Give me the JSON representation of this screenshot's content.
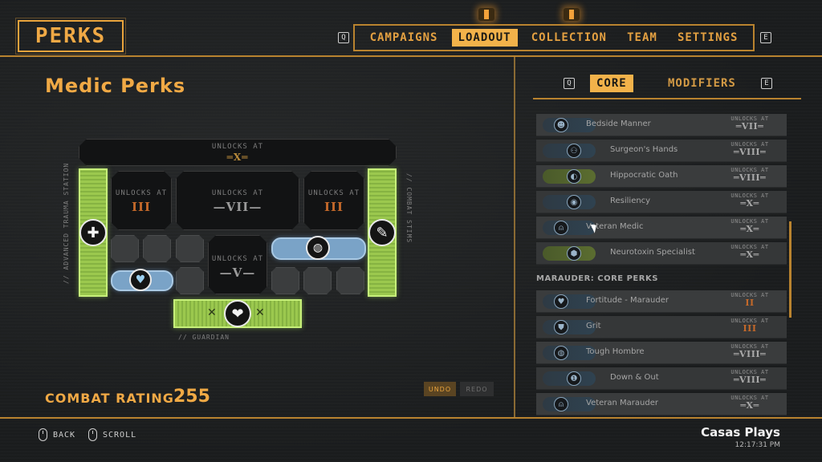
{
  "header": {
    "title": "PERKS",
    "prev_key": "Q",
    "next_key": "E",
    "tabs": [
      {
        "label": "CAMPAIGNS",
        "active": false
      },
      {
        "label": "LOADOUT",
        "active": true
      },
      {
        "label": "COLLECTION",
        "active": false
      },
      {
        "label": "TEAM",
        "active": false
      },
      {
        "label": "SETTINGS",
        "active": false
      }
    ]
  },
  "left": {
    "title": "Medic Perks",
    "unlocks_at": "UNLOCKS AT",
    "top_lock": "═X═",
    "lock_a": "III",
    "lock_b": "—VII—",
    "lock_c": "III",
    "lock_center": "—V—",
    "side_left_label": "// ADVANCED TRAUMA STATION",
    "side_right_label": "// COMBAT STIMS",
    "bottom_label": "// GUARDIAN",
    "rating_label": "COMBAT RATING",
    "rating_value": "255",
    "undo": "UNDO",
    "redo": "REDO",
    "icons": {
      "left_bar": "plus-cross-icon",
      "right_bar": "syringe-icon",
      "blue_left": "heart-icon",
      "blue_right": "striped-orb-icon",
      "bottom": "hearts-icon"
    }
  },
  "right": {
    "prev_key": "Q",
    "next_key": "E",
    "tabs": [
      {
        "label": "CORE",
        "active": true
      },
      {
        "label": "MODIFIERS",
        "active": false
      }
    ],
    "unlocks_label": "UNLOCKS AT",
    "perks": [
      {
        "name": "Bedside Manner",
        "unlock": "═VII═",
        "indent": false,
        "color": "blue",
        "orange": false
      },
      {
        "name": "Surgeon's Hands",
        "unlock": "═VIII═",
        "indent": true,
        "color": "blue",
        "orange": false
      },
      {
        "name": "Hippocratic Oath",
        "unlock": "═VIII═",
        "indent": true,
        "color": "green",
        "orange": false
      },
      {
        "name": "Resiliency",
        "unlock": "═X═",
        "indent": true,
        "color": "blue",
        "orange": false
      },
      {
        "name": "Veteran Medic",
        "unlock": "═X═",
        "indent": false,
        "color": "blue",
        "orange": false
      },
      {
        "name": "Neurotoxin Specialist",
        "unlock": "═X═",
        "indent": true,
        "color": "green",
        "orange": false
      }
    ],
    "section": "MARAUDER: CORE PERKS",
    "perks2": [
      {
        "name": "Fortitude - Marauder",
        "unlock": "II",
        "indent": false,
        "color": "blue",
        "orange": true
      },
      {
        "name": "Grit",
        "unlock": "III",
        "indent": false,
        "color": "blue",
        "orange": true
      },
      {
        "name": "Tough Hombre",
        "unlock": "═VIII═",
        "indent": false,
        "color": "blue",
        "orange": false
      },
      {
        "name": "Down & Out",
        "unlock": "═VIII═",
        "indent": true,
        "color": "blue",
        "orange": false
      },
      {
        "name": "Veteran Marauder",
        "unlock": "═X═",
        "indent": false,
        "color": "blue",
        "orange": false
      }
    ]
  },
  "footer": {
    "back": "BACK",
    "scroll": "SCROLL",
    "player": "Casas Plays",
    "time": "12:17:31 PM"
  }
}
